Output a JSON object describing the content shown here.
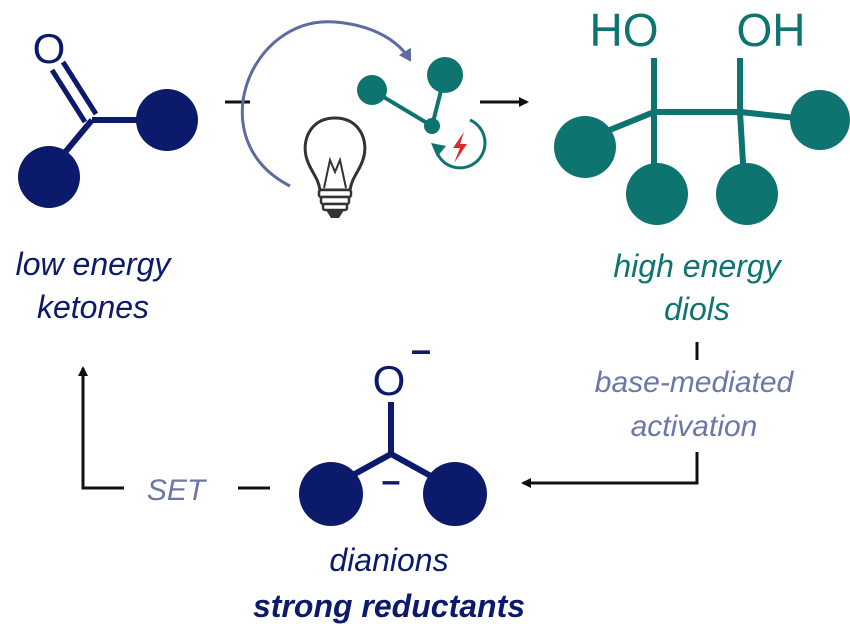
{
  "colors": {
    "navy": "#0b1a6b",
    "teal": "#0d7470",
    "grey_blue": "#6c77a8",
    "black": "#111111",
    "red": "#e0262a"
  },
  "ketone": {
    "atom_label": "O",
    "caption_line1": "low energy",
    "caption_line2": "ketones"
  },
  "diol": {
    "oh_left": "HO",
    "oh_right": "OH",
    "caption_line1": "high energy",
    "caption_line2": "diols"
  },
  "activation": {
    "line1": "base-mediated",
    "line2": "activation"
  },
  "dianion": {
    "atom_label": "O",
    "charge_top": "–",
    "charge_carbon": "–",
    "caption_line1": "dianions",
    "caption_line2": "strong reductants"
  },
  "set_label": "SET",
  "icons": [
    "lightbulb-icon",
    "lightning-icon",
    "rotating-arrow-icon"
  ]
}
